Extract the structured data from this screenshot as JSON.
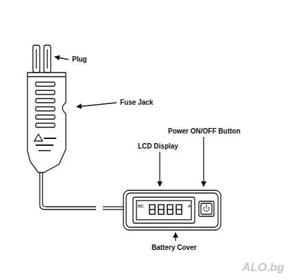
{
  "diagram": {
    "labels": [
      "Plug",
      "Fuse Jack",
      "Power ON/OFF Button",
      "LCD Display",
      "Battery Cover",
      "DC",
      "A",
      "ALO.bg"
    ]
  }
}
